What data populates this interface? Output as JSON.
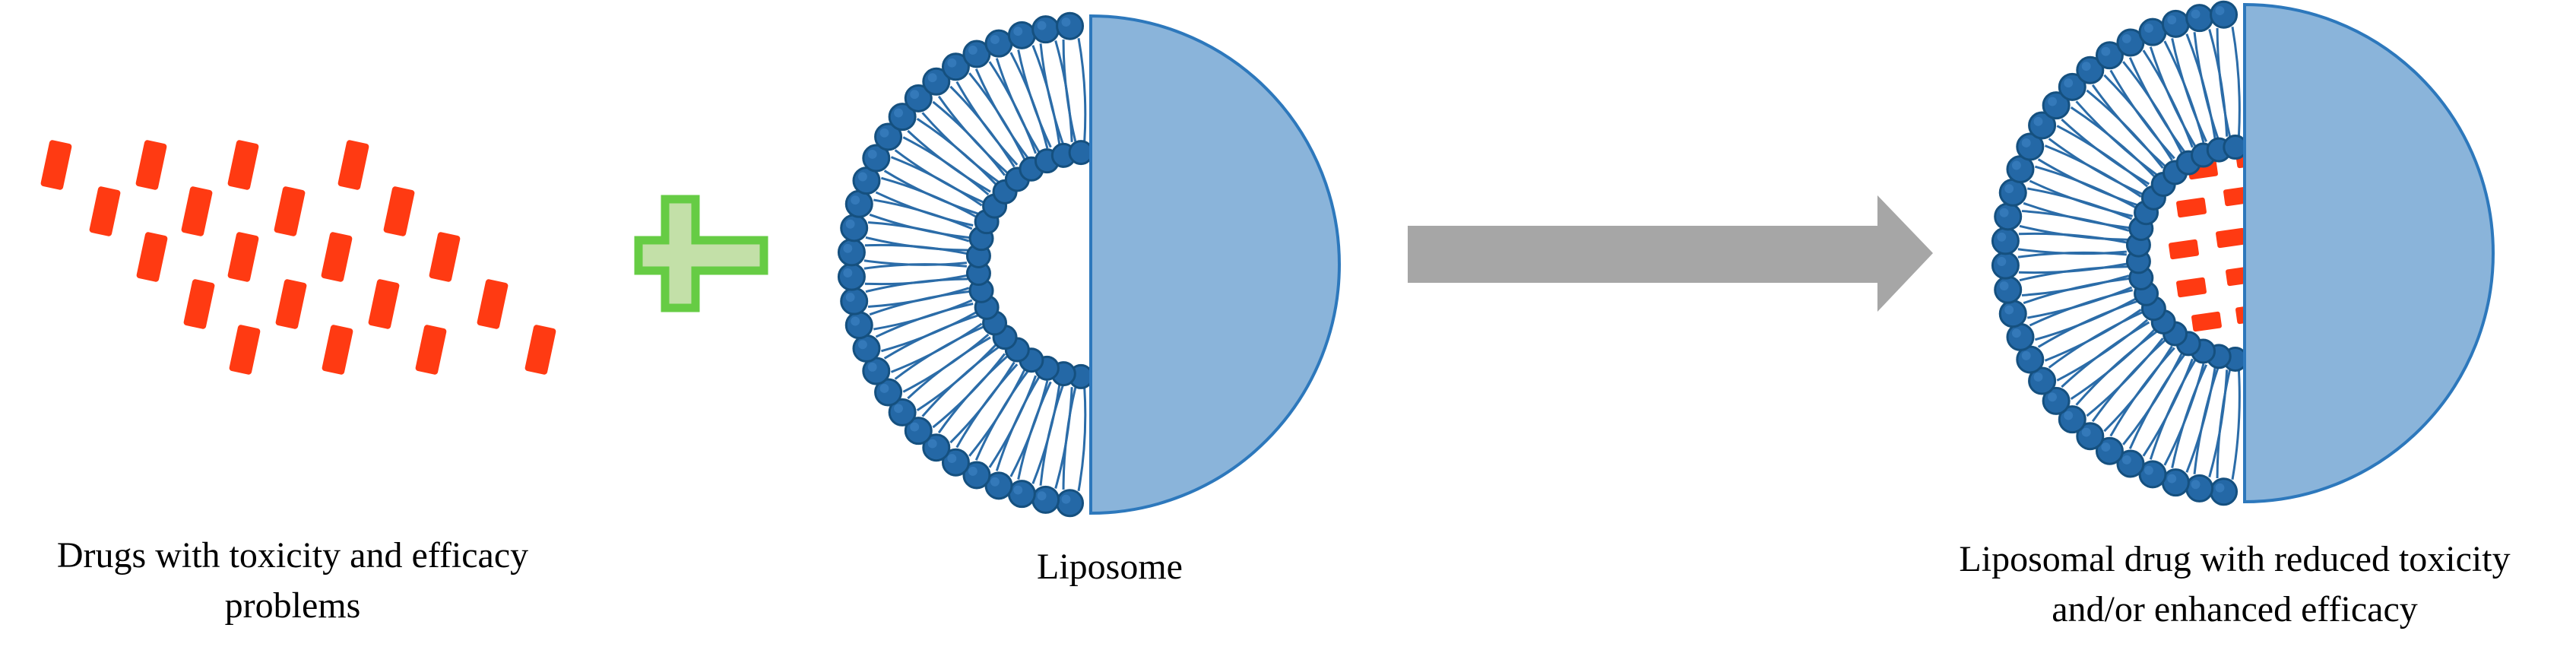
{
  "captions": {
    "drugs": [
      "Drugs with toxicity and efficacy",
      "problems"
    ],
    "liposome": "Liposome",
    "liposomal_drug": [
      "Liposomal drug with reduced toxicity",
      "and/or enhanced efficacy"
    ]
  },
  "colors": {
    "drug": "#ff3a12",
    "plus_fill": "#c3e0a8",
    "plus_stroke": "#66cc44",
    "head_fill": "#2468a6",
    "head_stroke": "#15507f",
    "tail": "#2b6ca8",
    "half_sphere": "#8ab4da",
    "half_sphere_stroke": "#2d78bc",
    "arrow": "#a6a6a6"
  },
  "icons": {
    "plus": "plus-icon",
    "arrow": "arrow-right-icon"
  }
}
